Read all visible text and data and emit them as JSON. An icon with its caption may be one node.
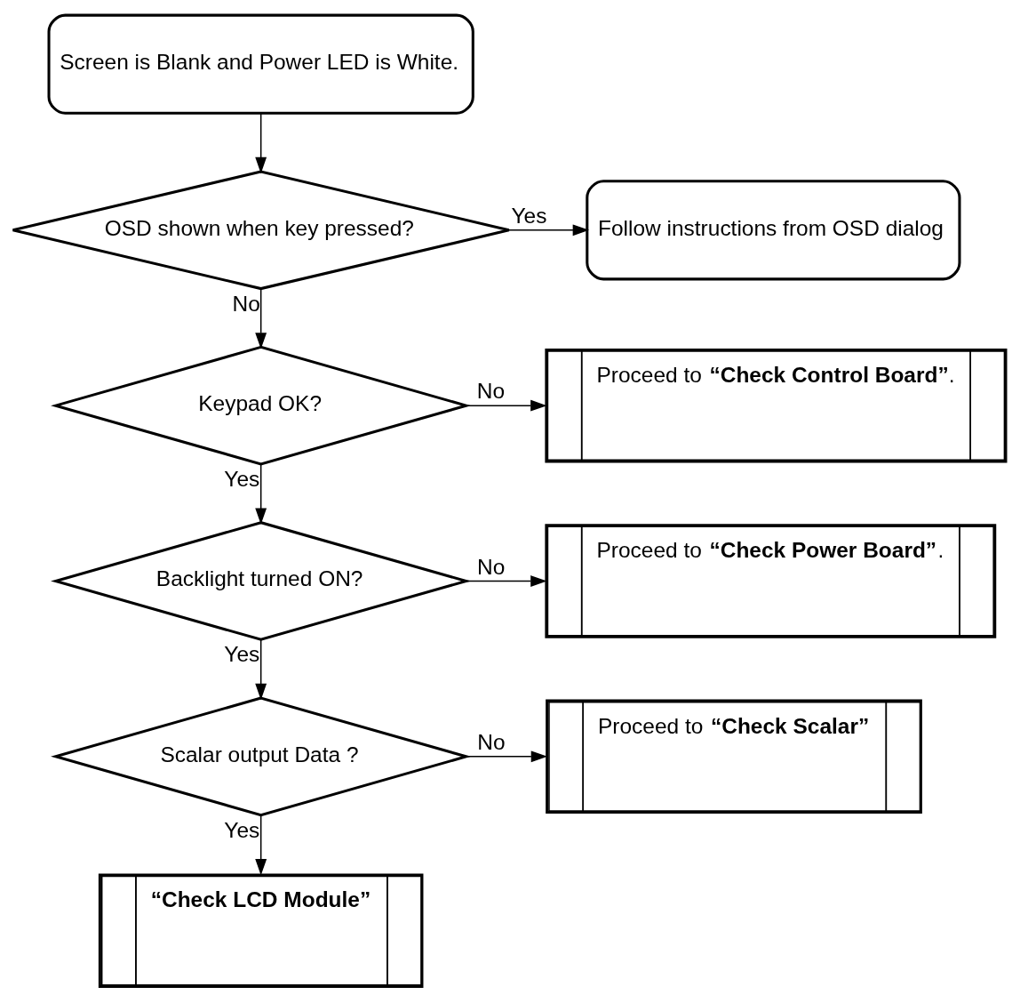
{
  "diagram": {
    "nodes": [
      {
        "text": [
          "Screen is Blank and Power LED is White."
        ]
      },
      {
        "text": [
          "OSD shown when key pressed?"
        ]
      },
      {
        "text": [
          "Follow instructions from OSD dialog"
        ]
      },
      {
        "text": [
          "Keypad OK?"
        ]
      },
      {
        "text": [
          "Proceed to **“Check Control Board”**."
        ]
      },
      {
        "text": [
          "Backlight turned ON?"
        ]
      },
      {
        "text": [
          "Proceed to **“Check Power Board”**."
        ]
      },
      {
        "text": [
          "Scalar output Data ?"
        ]
      },
      {
        "text": [
          "Proceed to **“Check Scalar”**"
        ]
      },
      {
        "text": [
          "“Check LCD Module”"
        ]
      }
    ],
    "edges": [
      {
        "from": 0,
        "to": 1,
        "arrow": "to"
      },
      {
        "from": 1,
        "to": 2,
        "arrow": "to",
        "label": "Yes"
      },
      {
        "from": 1,
        "to": 3,
        "arrow": "to",
        "label": "No"
      },
      {
        "from": 3,
        "to": 4,
        "arrow": "to",
        "label": "No"
      },
      {
        "from": 3,
        "to": 5,
        "arrow": "to",
        "label": "Yes"
      },
      {
        "from": 5,
        "to": 6,
        "arrow": "to",
        "label": "No"
      },
      {
        "from": 5,
        "to": 7,
        "arrow": "to",
        "label": "Yes"
      },
      {
        "from": 7,
        "to": 8,
        "arrow": "to",
        "label": "No"
      },
      {
        "from": 7,
        "to": 9,
        "arrow": "to",
        "label": "Yes"
      }
    ]
  }
}
